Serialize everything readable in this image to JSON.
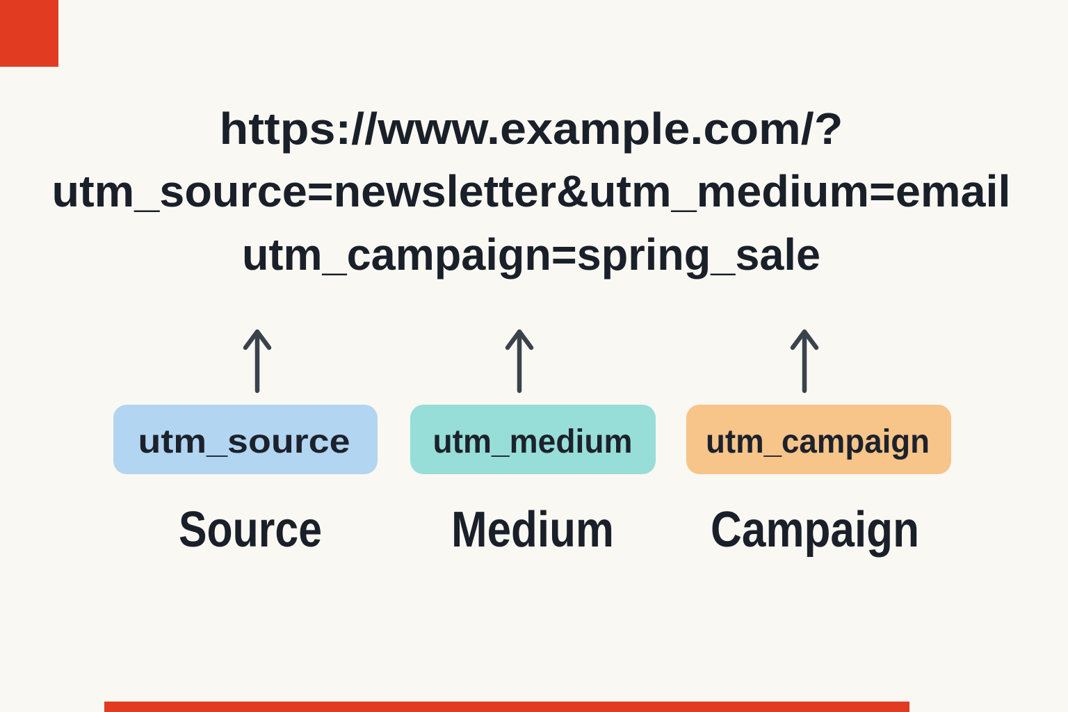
{
  "url": {
    "line1": "https://www.example.com/?",
    "line2": "utm_source=newsletter&utm_medium=email",
    "line3": "utm_campaign=spring_sale"
  },
  "params": [
    {
      "tag": "utm_source",
      "label": "Source",
      "color": "#b2d5f1"
    },
    {
      "tag": "utm_medium",
      "label": "Medium",
      "color": "#96ded7"
    },
    {
      "tag": "utm_campaign",
      "label": "Campaign",
      "color": "#f7c48a"
    }
  ],
  "icons": {
    "arrow_up": "↑"
  },
  "colors": {
    "background": "#faf8f2",
    "text": "#1a202a",
    "arrow": "#3a424c",
    "red_mark": "#e13b22",
    "source_box": "#b2d5f1",
    "medium_box": "#96ded7",
    "campaign_box": "#f7c48a"
  }
}
